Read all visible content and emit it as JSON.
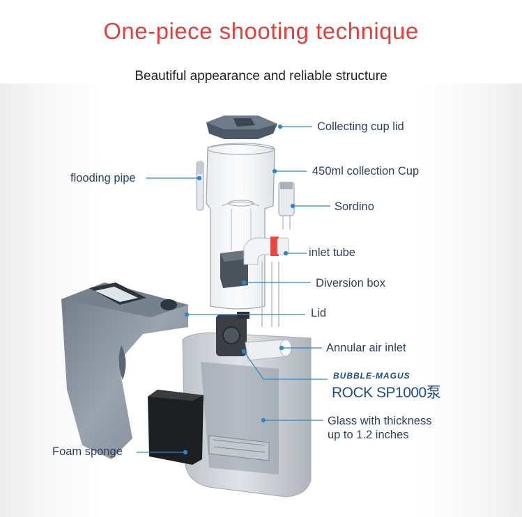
{
  "header": {
    "title": "One-piece shooting technique",
    "subtitle": "Beautiful appearance and reliable structure"
  },
  "callouts": {
    "collecting_cup_lid": "Collecting cup lid",
    "collection_cup": "450ml collection Cup",
    "flooding_pipe": "flooding pipe",
    "sordino": "Sordino",
    "inlet_tube": "inlet tube",
    "diversion_box": "Diversion box",
    "lid": "Lid",
    "annular_air_inlet": "Annular air inlet",
    "glass_line1": "Glass with thickness",
    "glass_line2": "up to 1.2 inches",
    "foam_sponge": "Foam sponge"
  },
  "brand": {
    "logo_text": "BUBBLE-MAGUS",
    "model": "ROCK SP1000泵"
  },
  "colors": {
    "title": "#e0413a",
    "callout_text": "#2e3f5e",
    "leader_line": "#2a87c8",
    "brand": "#1a4b8c"
  }
}
